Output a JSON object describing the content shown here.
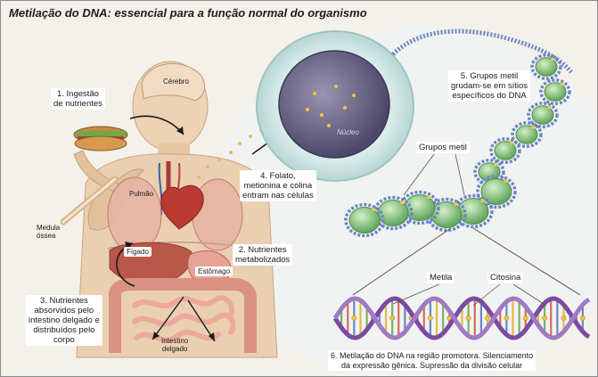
{
  "title": "Metilação do DNA: essencial para a função normal do organismo",
  "organs": {
    "cerebro": "Cérebro",
    "pulmao": "Pulmão",
    "medula": [
      "Medula",
      "óssea"
    ],
    "figado": "Fígado",
    "estomago": "Estômago",
    "intestino": [
      "Intestino",
      "delgado"
    ]
  },
  "steps": {
    "s1": [
      "1. Ingestão",
      "de nutrientes"
    ],
    "s2": [
      "2. Nutrientes",
      "metabolizados"
    ],
    "s3": [
      "3. Nutrientes",
      "absorvidos pelo",
      "intestino delgado e",
      "distribuídos pelo",
      "corpo"
    ],
    "s4": [
      "4. Folato,",
      "metionina e colina",
      "entram nas células"
    ],
    "s5": [
      "5. Grupos metil",
      "grudam-se em sítios",
      "específicos do DNA"
    ],
    "s6": [
      "6. Metilação do DNA na região promotora. Silenciamento",
      "da expressão gênica. Supressão da divisão celular"
    ]
  },
  "labels": {
    "grupos_metil": "Grupos metil",
    "metila": "Metila",
    "citosina": "Citosina",
    "nucleo": "Núcleo"
  },
  "colors": {
    "skin": "#e9c9a6",
    "organ_red": "#c0423a",
    "liver": "#b9574a",
    "intestine": "#e39a8d",
    "cell_outer": "#dff0ef",
    "nucleus": "#6f6a86",
    "nucleosome": "#86c47f",
    "dna_strand": "#6c86c4",
    "helix": "#7b4aa3",
    "methyl": "#f2c542"
  }
}
